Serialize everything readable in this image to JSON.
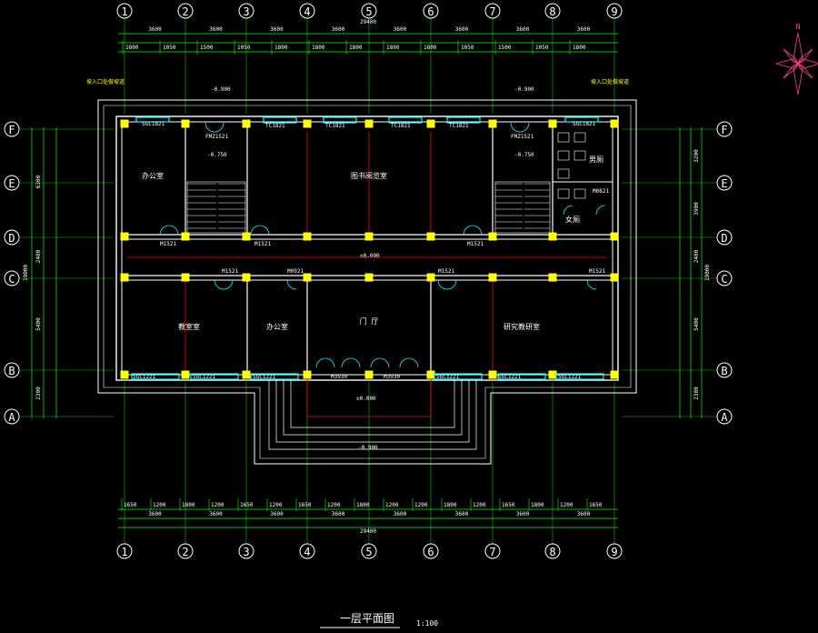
{
  "drawing": {
    "title": "一层平面图",
    "scale": "1:100",
    "colors": {
      "background": "#000000",
      "axis": "#00ff00",
      "wall": "#ffffff",
      "column": "#ffff00",
      "glazing": "#00ffff",
      "door": "#00ffff",
      "red_line": "#ff0000",
      "compass": "#ff3c8c",
      "text": "#ffffff"
    }
  },
  "axes": {
    "vertical": [
      "1",
      "2",
      "3",
      "4",
      "5",
      "6",
      "7",
      "8",
      "9"
    ],
    "horizontal": [
      "F",
      "E",
      "D",
      "C",
      "B",
      "A"
    ]
  },
  "dimensions": {
    "top_total": "29400",
    "bottom_total": "29400",
    "bay": "3600",
    "left_total": "19000",
    "right_total": "19000",
    "rows": [
      "6300",
      "2400",
      "5400",
      "2300"
    ],
    "right_rows": [
      "3200",
      "3900",
      "2400",
      "5400",
      "2300"
    ],
    "detail_top": [
      "1800",
      "1050",
      "1500",
      "1050",
      "1800",
      "1800",
      "1800",
      "1800",
      "1800",
      "1050",
      "1500",
      "1050",
      "1800"
    ],
    "detail_bottom": [
      "1650",
      "1200",
      "1800",
      "1200",
      "1650",
      "1200",
      "1650",
      "1200",
      "1800",
      "1200",
      "1200",
      "1800",
      "1200",
      "1650",
      "1800",
      "1200",
      "1650"
    ]
  },
  "rooms": {
    "office_nw": "办公室",
    "multi_function": "图书阅览室",
    "restroom": "男厕",
    "ladies": "女厕",
    "classroom": "教室室",
    "office_s": "办公室",
    "lobby": "门 厅",
    "activity": "研究教研室"
  },
  "levels": {
    "outside_top_left": "-0.900",
    "outside_top_right": "-0.900",
    "landing_left": "-0.750",
    "landing_right": "-0.750",
    "corridor": "±0.000",
    "entrance": "±0.000",
    "outside_bottom": "-0.900"
  },
  "openings": {
    "sgl_top_left": "SGL1821",
    "sgl_top_right": "SGC1821",
    "tc1": "TC1821",
    "tc2": "TC1821",
    "tc3": "TC1821",
    "tc4": "TC1821",
    "fmz_left": "FMZ1521",
    "fmz_right": "FMZ1521",
    "m1521": "M1521",
    "m0921": "M0921",
    "m0821": "M0821",
    "m3930": "M3930",
    "sgl1221": "SGL1221",
    "sgc1221": "SGC1221",
    "m1521_b": "M1521"
  },
  "notes": {
    "left_note": "坡入口处做坡道",
    "right_note": "坡入口处做坡道",
    "floor_note": "楼梯",
    "cut": "0900"
  }
}
